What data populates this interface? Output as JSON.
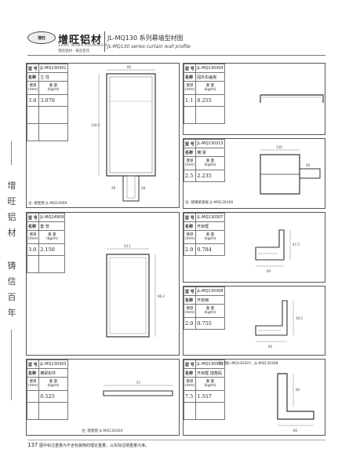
{
  "header": {
    "brand_cn": "增旺铝材",
    "brand_en": "ZENG WANG ALUMINUM",
    "slogan": "增旺铝材 · 铸造百年",
    "emblem": "增旺",
    "title_cn": "JL-MQ130 系列幕墙型材图",
    "title_en": "JL-MQ130 series curtain wall profile"
  },
  "side_slogan": [
    "增",
    "旺",
    "铝",
    "材",
    "铸",
    "信",
    "百",
    "年"
  ],
  "labels": {
    "model": "型 号",
    "name": "名称",
    "thickness": "壁厚",
    "unit_mm": "(mm)",
    "weight": "重 量",
    "unit_kg": "(kg/m)"
  },
  "panels": [
    {
      "id": "p1",
      "model": "JL-MQ130301",
      "name": "立 柱",
      "thickness": "3.0",
      "weight": "3.070",
      "dims": [
        "60",
        "130.2",
        "28",
        "28"
      ],
      "note": "注: 配套管 JL-MQ14909"
    },
    {
      "id": "p2",
      "model": "JL-MQ130304",
      "name": "固外扣盖板",
      "thickness": "1.1",
      "weight": "0.255",
      "dims": [],
      "note": ""
    },
    {
      "id": "p3",
      "model": "JL-MQ130313",
      "name": "横 梁",
      "thickness": "2.5",
      "weight": "2.235",
      "dims": [
        "130",
        "28"
      ],
      "note": "注: 配横梁盖板 JL-MQ130306"
    },
    {
      "id": "p4",
      "model": "JL-MQ14909",
      "name": "套 管",
      "thickness": "3.0",
      "weight": "2.150",
      "dims": [
        "53.1",
        "98.2"
      ],
      "note": ""
    },
    {
      "id": "p5",
      "model": "JL-MQ130307",
      "name": "开启框",
      "thickness": "2.0",
      "weight": "0.784",
      "dims": [
        "47.5",
        "60"
      ],
      "note": ""
    },
    {
      "id": "p6",
      "model": "JL-MQ130308",
      "name": "开启扇",
      "thickness": "2.0",
      "weight": "0.755",
      "dims": [
        "39.5",
        "60"
      ],
      "note": ""
    },
    {
      "id": "p7",
      "model": "JL-MQ130303",
      "name": "横梁扣件",
      "thickness": "",
      "weight": "0.525",
      "dims": [
        "57"
      ],
      "note": "注: 配套管 JL-MQ130304"
    },
    {
      "id": "p8",
      "model": "JL-MQ130309",
      "name": "开启框 插角码",
      "thickness": "7.5",
      "weight": "1.557",
      "dims": [
        "60",
        "60"
      ],
      "note": "注: 配JL-MQ130307、JL-MQ130308"
    }
  ],
  "footer": {
    "page": "137",
    "text": "图中标注重量为不含包装物的理论重量，以实际过磅重量为准。"
  }
}
